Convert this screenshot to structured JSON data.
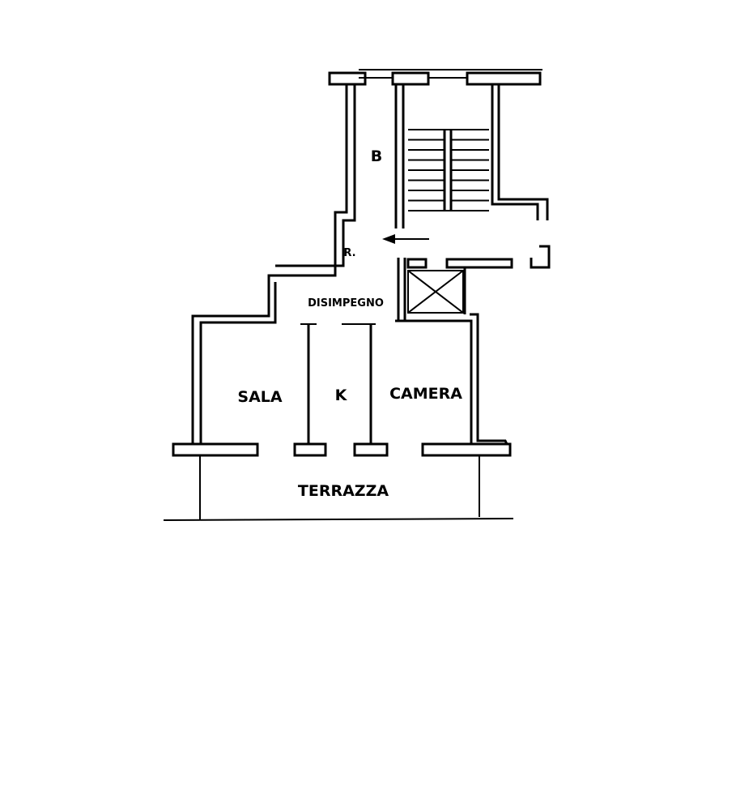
{
  "rooms": {
    "bathroom": "B",
    "storage": "R.",
    "hallway": "DISIMPEGNO",
    "living_room": "SALA",
    "kitchen": "K",
    "bedroom": "CAMERA",
    "terrace": "TERRAZZA"
  },
  "colors": {
    "line": "#000000",
    "background": "#ffffff"
  },
  "icons": {
    "entrance": "arrow-left-icon",
    "shaft": "crossed-box-icon"
  }
}
